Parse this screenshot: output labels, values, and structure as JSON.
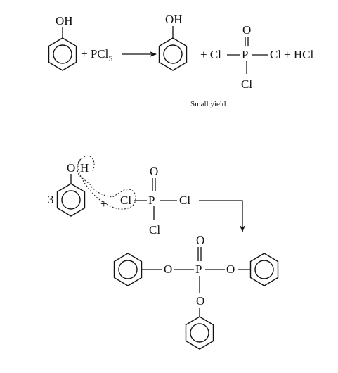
{
  "colors": {
    "ink": "#111111",
    "background": "#ffffff"
  },
  "reaction1": {
    "phenol_oh": "OH",
    "plus_pcl5": "+ PCl",
    "pcl5_subscript": "5",
    "product_phenol_oh": "OH",
    "plus_cl": "+ Cl",
    "p": "P",
    "oxygen": "O",
    "cl_right": "Cl",
    "plus_hcl": "+ HCl",
    "cl_bottom": "Cl",
    "note": "Small yield"
  },
  "reaction2": {
    "coefficient": "3",
    "o": "O",
    "h": "H",
    "plus": "+",
    "cl_left": "Cl",
    "p": "P",
    "oxygen": "O",
    "cl_right": "Cl",
    "cl_bottom": "Cl"
  },
  "product2": {
    "p": "P",
    "oxygen_top": "O",
    "o_left": "O",
    "o_right": "O",
    "o_bottom": "O"
  }
}
